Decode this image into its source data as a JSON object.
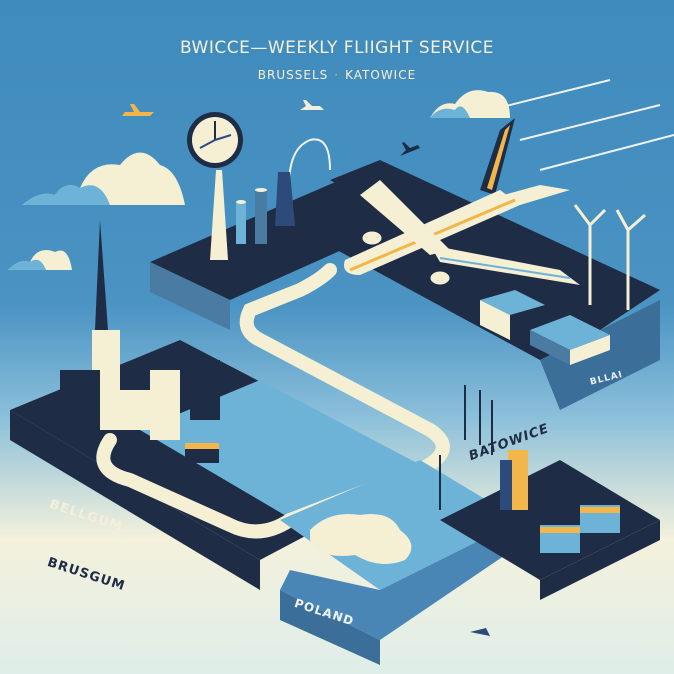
{
  "poster": {
    "title": "BWICCE—WEEKLY FLIIGHT SERVICE",
    "subtitle": {
      "origin": "BRUSSELS",
      "separator": "·",
      "destination": "KATOWICE"
    }
  },
  "labels": {
    "belgium_side": "BELLGUM",
    "belgium_ground": "BRUSGUM",
    "poland": "POLAND",
    "katowice": "BATOWICE",
    "airport_block": "BLLAI"
  },
  "icons": [
    "airplane-icon",
    "clock-icon",
    "cloud-icon",
    "wind-turbine-icon",
    "cathedral-icon",
    "bus-icon",
    "factory-icon"
  ],
  "colors": {
    "sky": "#4a93c3",
    "navy": "#1f2c46",
    "cream": "#f6f0d6",
    "accent_yellow": "#f2b64a",
    "light_blue": "#6db3d8",
    "ground": "#f4f1dc"
  }
}
